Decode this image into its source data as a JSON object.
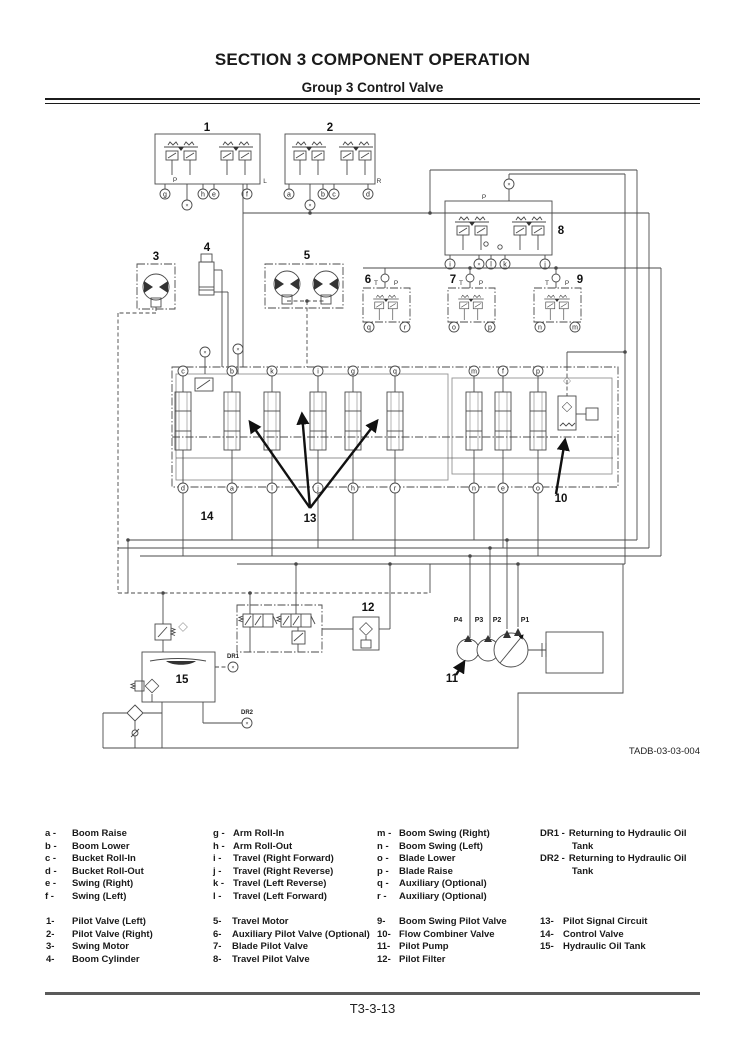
{
  "page": {
    "section_title": "SECTION 3 COMPONENT OPERATION",
    "group_title": "Group 3 Control Valve",
    "figure_code": "TADB-03-03-004",
    "page_number": "T3-3-13"
  },
  "diagram": {
    "callouts": {
      "c1": "1",
      "c2": "2",
      "c3": "3",
      "c4": "4",
      "c5": "5",
      "c6": "6",
      "c7": "7",
      "c8": "8",
      "c9": "9",
      "c10": "10",
      "c11": "11",
      "c12": "12",
      "c13": "13",
      "c14": "14",
      "c15": "15"
    },
    "labels": {
      "p": "P",
      "t": "T",
      "l": "L",
      "r": "R",
      "p1": "P1",
      "p2": "P2",
      "p3": "P3",
      "p4": "P4",
      "dr1": "DR1",
      "dr2": "DR2",
      "x": "×"
    },
    "valve_ports_top": [
      "c",
      "b",
      "k",
      "i",
      "g",
      "q",
      "m",
      "f",
      "p"
    ],
    "valve_ports_bottom": [
      "d",
      "a",
      "l",
      "j",
      "h",
      "r",
      "n",
      "e",
      "o"
    ],
    "pilot_left_ports": [
      "g",
      "h",
      "e",
      "f"
    ],
    "pilot_right_ports": [
      "a",
      "b",
      "c",
      "d"
    ],
    "travel_ports": [
      "i",
      "l",
      "k",
      "j"
    ],
    "aux_ports": [
      "q",
      "r"
    ],
    "blade_ports": [
      "o",
      "p"
    ],
    "boom_swing_ports": [
      "n",
      "m"
    ]
  },
  "legend": {
    "letters": [
      {
        "key": "a -",
        "label": "Boom Raise"
      },
      {
        "key": "b -",
        "label": "Boom Lower"
      },
      {
        "key": "c -",
        "label": "Bucket Roll-In"
      },
      {
        "key": "d -",
        "label": "Bucket Roll-Out"
      },
      {
        "key": "e -",
        "label": "Swing (Right)"
      },
      {
        "key": "f -",
        "label": "Swing (Left)"
      },
      {
        "key": "g -",
        "label": "Arm Roll-In"
      },
      {
        "key": "h -",
        "label": "Arm Roll-Out"
      },
      {
        "key": "i -",
        "label": "Travel (Right Forward)"
      },
      {
        "key": "j -",
        "label": "Travel (Right Reverse)"
      },
      {
        "key": "k -",
        "label": "Travel (Left Reverse)"
      },
      {
        "key": "l -",
        "label": "Travel (Left Forward)"
      },
      {
        "key": "m -",
        "label": "Boom Swing (Right)"
      },
      {
        "key": "n -",
        "label": "Boom Swing (Left)"
      },
      {
        "key": "o -",
        "label": "Blade Lower"
      },
      {
        "key": "p -",
        "label": "Blade Raise"
      },
      {
        "key": "q -",
        "label": "Auxiliary (Optional)"
      },
      {
        "key": "r -",
        "label": "Auxiliary (Optional)"
      }
    ],
    "drains": [
      {
        "key": "DR1 -",
        "line1": "Returning to Hydraulic Oil",
        "line2": "Tank"
      },
      {
        "key": "DR2 -",
        "line1": "Returning to Hydraulic Oil",
        "line2": "Tank"
      }
    ],
    "numbers": [
      {
        "key": "1-",
        "label": "Pilot Valve (Left)"
      },
      {
        "key": "2-",
        "label": "Pilot Valve (Right)"
      },
      {
        "key": "3-",
        "label": "Swing Motor"
      },
      {
        "key": "4-",
        "label": "Boom Cylinder"
      },
      {
        "key": "5-",
        "label": "Travel Motor"
      },
      {
        "key": "6-",
        "label": "Auxiliary Pilot Valve (Optional)"
      },
      {
        "key": "7-",
        "label": "Blade Pilot Valve"
      },
      {
        "key": "8-",
        "label": "Travel Pilot Valve"
      },
      {
        "key": "9-",
        "label": "Boom Swing Pilot Valve"
      },
      {
        "key": "10-",
        "label": "Flow Combiner Valve"
      },
      {
        "key": "11-",
        "label": "Pilot Pump"
      },
      {
        "key": "12-",
        "label": "Pilot Filter"
      },
      {
        "key": "13-",
        "label": "Pilot Signal Circuit"
      },
      {
        "key": "14-",
        "label": "Control Valve"
      },
      {
        "key": "15-",
        "label": "Hydraulic Oil Tank"
      }
    ]
  }
}
